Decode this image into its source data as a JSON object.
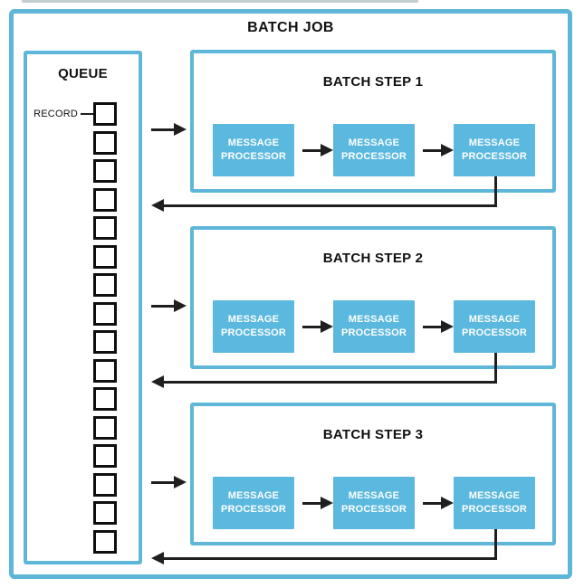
{
  "diagram": {
    "title": "BATCH JOB",
    "queue": {
      "label": "QUEUE",
      "record_label": "RECORD",
      "record_count": 16
    },
    "steps": [
      {
        "label": "BATCH STEP 1",
        "processors": [
          "MESSAGE PROCESSOR",
          "MESSAGE PROCESSOR",
          "MESSAGE PROCESSOR"
        ]
      },
      {
        "label": "BATCH STEP 2",
        "processors": [
          "MESSAGE PROCESSOR",
          "MESSAGE PROCESSOR",
          "MESSAGE PROCESSOR"
        ]
      },
      {
        "label": "BATCH STEP 3",
        "processors": [
          "MESSAGE PROCESSOR",
          "MESSAGE PROCESSOR",
          "MESSAGE PROCESSOR"
        ]
      }
    ],
    "colors": {
      "accent": "#5eb6d8",
      "processor_fill": "#5bb8de",
      "line": "#1f1f1f",
      "text": "#111111"
    }
  }
}
